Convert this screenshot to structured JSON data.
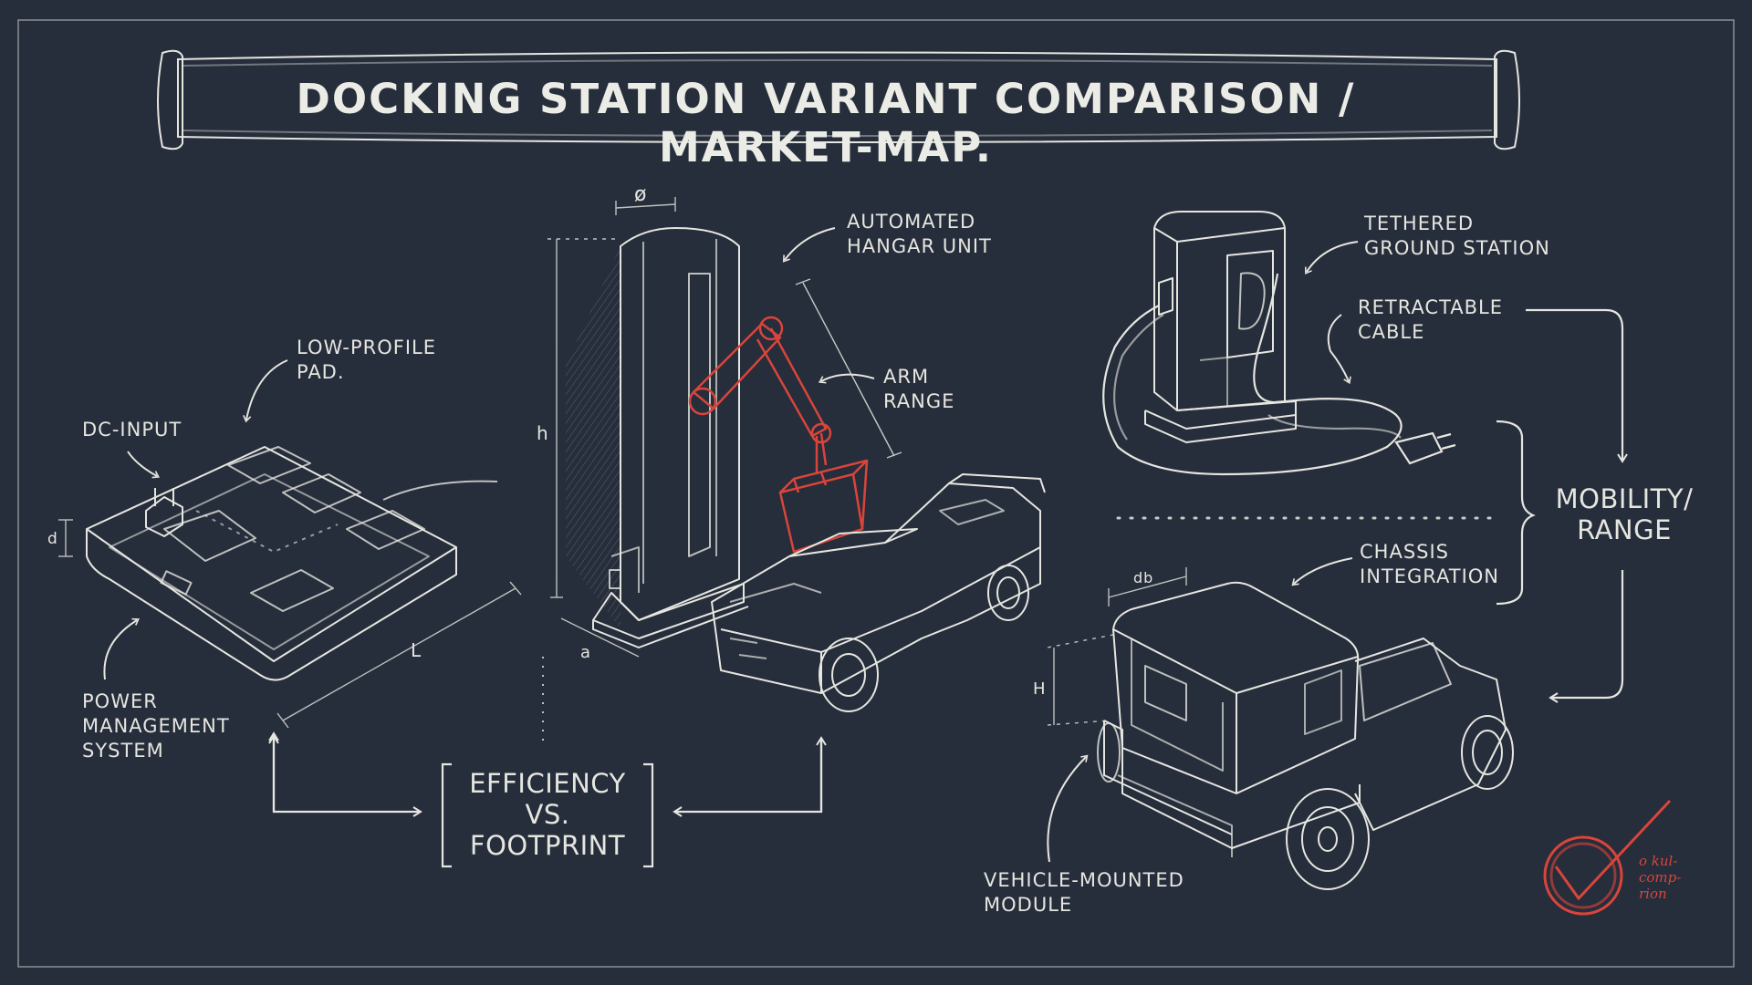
{
  "title": "DOCKING STATION VARIANT COMPARISON / MARKET-MAP.",
  "colors": {
    "background": "#262d3b",
    "chalk": "#e6e6e0",
    "accent_red": "#d9453b"
  },
  "labels": {
    "low_profile_pad": "LOW-PROFILE\nPAD.",
    "dc_input": "DC-INPUT",
    "power_management": "POWER\nMANAGEMENT\nSYSTEM",
    "automated_hangar": "AUTOMATED\nHANGAR UNIT",
    "arm_range": "ARM\nRANGE",
    "tethered_station": "TETHERED\nGROUND STATION",
    "retractable_cable": "RETRACTABLE\nCABLE",
    "chassis_integration": "CHASSIS\nINTEGRATION",
    "vehicle_mounted": "VEHICLE-MOUNTED\nMODULE"
  },
  "axes": {
    "efficiency_footprint": "EFFICIENCY\nVS.\nFOOTPRINT",
    "mobility_range": "MOBILITY/\nRANGE"
  },
  "dimensions": {
    "diameter": "ø",
    "height": "h",
    "depth": "d",
    "length": "L",
    "width": "a",
    "db": "db",
    "H": "H"
  },
  "stamp_note": "o kul-\ncomp-\nrion",
  "icons": {
    "banner": "scroll-banner-icon",
    "pad": "charging-pad-icon",
    "tower": "hangar-tower-icon",
    "arm": "robotic-arm-icon",
    "truck": "pickup-truck-icon",
    "ground_station": "ground-station-icon",
    "suv": "suv-vehicle-icon",
    "check": "checkmark-stamp-icon"
  }
}
